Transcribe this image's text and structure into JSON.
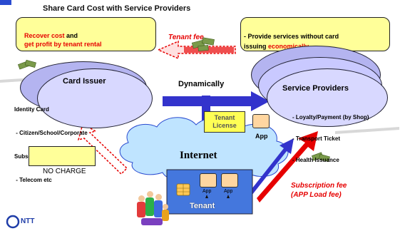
{
  "title": "Share Card Cost with Service Providers",
  "left_callout": {
    "line1_red": "Recover cost",
    "line1_black": " and",
    "line2_red": "get profit by tenant rental"
  },
  "right_callout": {
    "line1_prefix": "- ",
    "line1_bold": "Provide services",
    "line1_rest": " without card",
    "line2_black": "issuing ",
    "line2_red": "economically"
  },
  "tenant_fee_label": "Tenant fee",
  "dynamically_label": "Dynamically",
  "card_issuer": {
    "title": "Card Issuer",
    "lines": [
      "Identity Card",
      " - Citizen/School/Corporate",
      "Subscriber Card",
      " - Telecom etc"
    ]
  },
  "service_providers": {
    "title": "Service Providers",
    "lines": [
      "- Loyalty/Payment (by Shop)",
      "- Transport Ticket",
      "- Health Issuance"
    ]
  },
  "tenant_license": {
    "line1": "Tenant",
    "line2": "License"
  },
  "app_label": "App",
  "internet_label": "Internet",
  "no_charge_label": "NO CHARGE",
  "subscription_fee": {
    "line1": "Subscription fee",
    "line2": "(APP Load fee)"
  },
  "card_app_labels": [
    "App",
    "App"
  ],
  "tenant_label": "Tenant",
  "logo_text": "NTT",
  "colors": {
    "callout_yellow": "#ffff99",
    "ellipse_blue": "#c9c9ff",
    "arrow_blue": "#3333cc",
    "arrow_red": "#e60000",
    "card_blue": "#4477dd"
  }
}
